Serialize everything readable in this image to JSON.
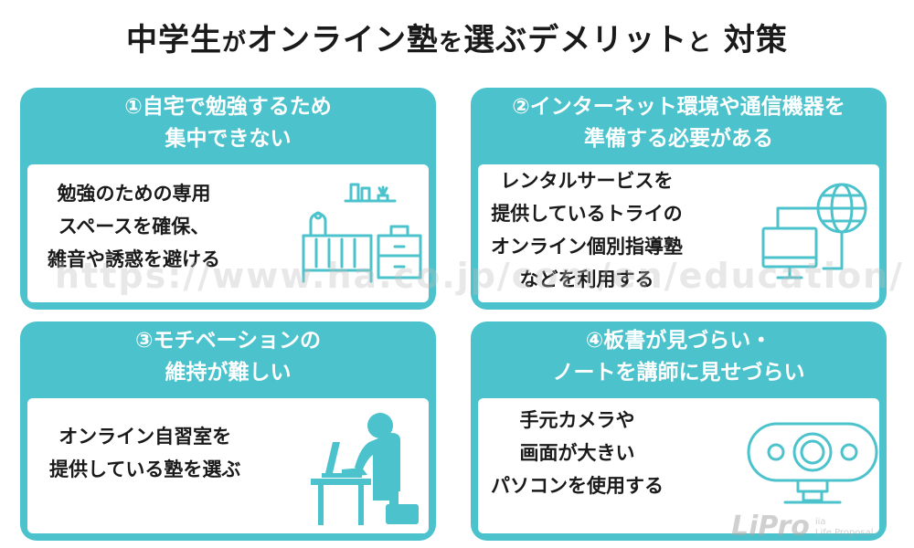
{
  "title": {
    "part1": "中学生",
    "part2": "が",
    "part3": "オンライン塾",
    "part4": "を",
    "part5": "選ぶデメリット",
    "part6": "と",
    "part7": " 対策"
  },
  "cards": [
    {
      "heading": [
        "①自宅で勉強するため",
        "集中できない"
      ],
      "body": [
        "勉強のための専用",
        "スペースを確保、",
        "雑音や誘惑を避ける"
      ],
      "icon": "study-room-icon"
    },
    {
      "heading": [
        "②インターネット環境や通信機器を",
        "準備する必要がある"
      ],
      "body": [
        "レンタルサービスを",
        "提供しているトライの",
        "オンライン個別指導塾",
        "などを利用する"
      ],
      "icon": "network-computer-icon"
    },
    {
      "heading": [
        "③モチベーションの",
        "維持が難しい"
      ],
      "body": [
        "オンライン自習室を",
        "提供している塾を選ぶ"
      ],
      "icon": "person-studying-icon"
    },
    {
      "heading": [
        "④板書が見づらい・",
        "ノートを講師に見せづらい"
      ],
      "body": [
        "手元カメラや",
        "画面が大きい",
        "パソコンを使用する"
      ],
      "icon": "web-camera-icon"
    }
  ],
  "watermark": "https://www.ha.co.jp/com/en/education/",
  "logo": {
    "big": "LiPro",
    "sub1": "iia",
    "sub2": "Life Proposal"
  },
  "colors": {
    "accent": "#4cc3cc",
    "text": "#1a1a1a"
  }
}
